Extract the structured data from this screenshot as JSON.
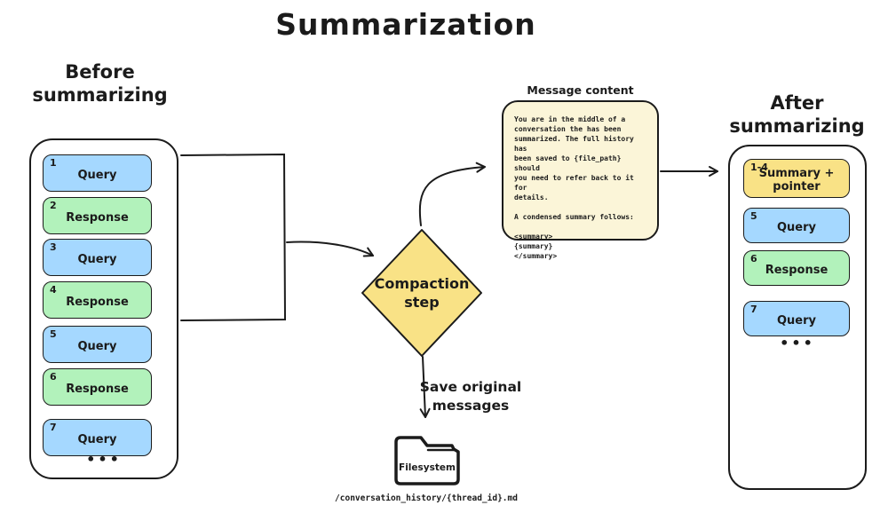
{
  "title": "Summarization",
  "colors": {
    "query_blue": "#a5d8ff",
    "response_green": "#b2f2bb",
    "summary_yellow": "#f9e286",
    "message_cream": "#fbf5d8",
    "stroke": "#1b1b1b"
  },
  "before_panel": {
    "heading": "Before\nsummarizing",
    "items": [
      {
        "number": "1",
        "label": "Query",
        "type": "query"
      },
      {
        "number": "2",
        "label": "Response",
        "type": "response"
      },
      {
        "number": "3",
        "label": "Query",
        "type": "query"
      },
      {
        "number": "4",
        "label": "Response",
        "type": "response"
      },
      {
        "number": "5",
        "label": "Query",
        "type": "query"
      },
      {
        "number": "6",
        "label": "Response",
        "type": "response"
      },
      {
        "number": "7",
        "label": "Query",
        "type": "query"
      }
    ],
    "ellipsis": "•••"
  },
  "compaction": {
    "label": "Compaction\nstep"
  },
  "message_box": {
    "heading": "Message content",
    "body": "You are in the middle of a\nconversation the has been\nsummarized. The full history has\nbeen saved to {file_path} should\nyou need to refer back to it for\ndetails.\n\nA condensed summary follows:\n\n<summary>\n{summary}\n</summary>"
  },
  "after_panel": {
    "heading": "After\nsummarizing",
    "items": [
      {
        "number": "1-4",
        "label": "Summary +\npointer",
        "type": "summary"
      },
      {
        "number": "5",
        "label": "Query",
        "type": "query"
      },
      {
        "number": "6",
        "label": "Response",
        "type": "response"
      },
      {
        "number": "7",
        "label": "Query",
        "type": "query"
      }
    ],
    "ellipsis": "•••"
  },
  "save_arrow": {
    "label": "Save original\nmessages"
  },
  "filesystem": {
    "label": "Filesystem",
    "path": "/conversation_history/{thread_id}.md"
  }
}
